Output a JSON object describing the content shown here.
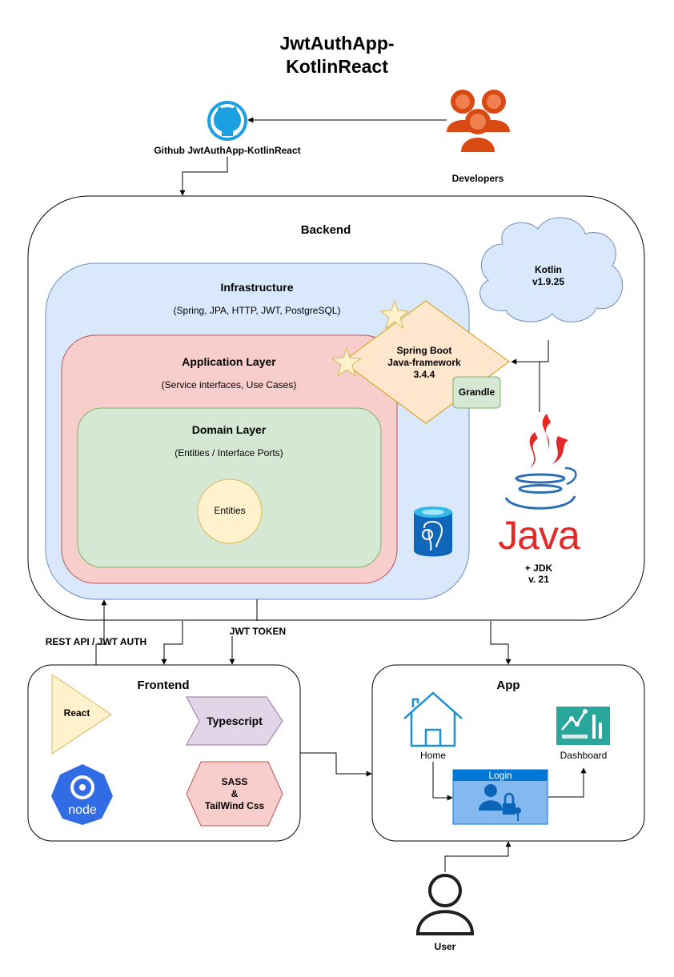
{
  "title": {
    "line1": "JwtAuthApp-",
    "line2": "KotlinReact"
  },
  "github": {
    "label": "Github JwtAuthApp-KotlinReact",
    "icon": "github-icon"
  },
  "developers": {
    "label": "Developers",
    "icon": "users-icon"
  },
  "backend": {
    "title": "Backend",
    "infrastructure": {
      "title": "Infrastructure",
      "subtitle": "(Spring, JPA, HTTP, JWT, PostgreSQL)"
    },
    "application": {
      "title": "Application Layer",
      "subtitle": "(Service interfaces, Use Cases)"
    },
    "domain": {
      "title": "Domain Layer",
      "subtitle": "(Entities / Interface Ports)",
      "entities": "Entities"
    },
    "spring": {
      "line1": "Spring Boot",
      "line2": "Java-framework",
      "line3": "3.4.4"
    },
    "grandle": "Grandle",
    "kotlin": {
      "line1": "Kotlin",
      "line2": "v1.9.25"
    },
    "java": {
      "logo_text": "Java",
      "line1": "+ JDK",
      "line2": "v. 21"
    },
    "postgres_icon": "database-icon"
  },
  "edges": {
    "rest_api": "REST API / JWT AUTH",
    "jwt_token": "JWT TOKEN"
  },
  "frontend": {
    "title": "Frontend",
    "react": "React",
    "typescript": "Typescript",
    "node": "node",
    "sass": {
      "line1": "SASS",
      "line2": "&",
      "line3": "TailWind Css"
    }
  },
  "app": {
    "title": "App",
    "home": "Home",
    "dashboard": "Dashboard",
    "login": "Login"
  },
  "user": {
    "label": "User"
  },
  "colors": {
    "infra_fill": "#dae8fc",
    "infra_stroke": "#6c8ebf",
    "app_fill": "#f8cecc",
    "app_stroke": "#b85450",
    "domain_fill": "#d5e8d4",
    "domain_stroke": "#82b366",
    "entities_fill": "#fff2cc",
    "entities_stroke": "#d6b656",
    "spring_fill": "#ffe6cc",
    "spring_stroke": "#d79b00",
    "developer_orange": "#d94a13",
    "github_blue": "#1ba1e2",
    "java_red": "#e52929",
    "java_blue": "#2d6fb3",
    "node_blue": "#326ce5",
    "login_blue": "#0078d7"
  }
}
